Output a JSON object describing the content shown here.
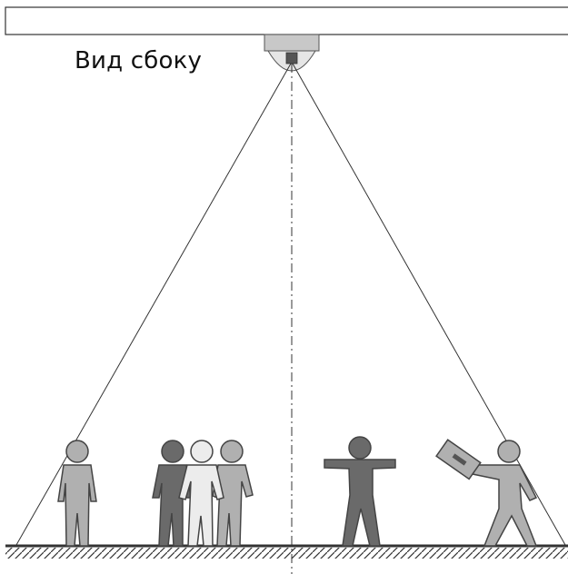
{
  "diagram": {
    "title": "Вид сбоку"
  },
  "colors": {
    "ceiling_fill": "#ffffff",
    "camera_body": "#c8c8c8",
    "dome": "#e6e6e6",
    "figure_dark": "#6a6a6a",
    "figure_mid": "#8e8e8e",
    "figure_light": "#b0b0b0",
    "figure_white": "#ececec",
    "outline": "#444444",
    "floor": "#333333"
  },
  "figures": [
    {
      "id": "person-1",
      "pose": "standing",
      "shade": "figure_light"
    },
    {
      "id": "person-2",
      "pose": "standing",
      "shade": "figure_dark"
    },
    {
      "id": "person-3",
      "pose": "standing",
      "shade": "figure_white"
    },
    {
      "id": "person-4",
      "pose": "standing",
      "shade": "figure_light"
    },
    {
      "id": "person-5",
      "pose": "arms-outstretched",
      "shade": "figure_dark"
    },
    {
      "id": "person-6",
      "pose": "holding-box",
      "shade": "figure_light"
    }
  ]
}
